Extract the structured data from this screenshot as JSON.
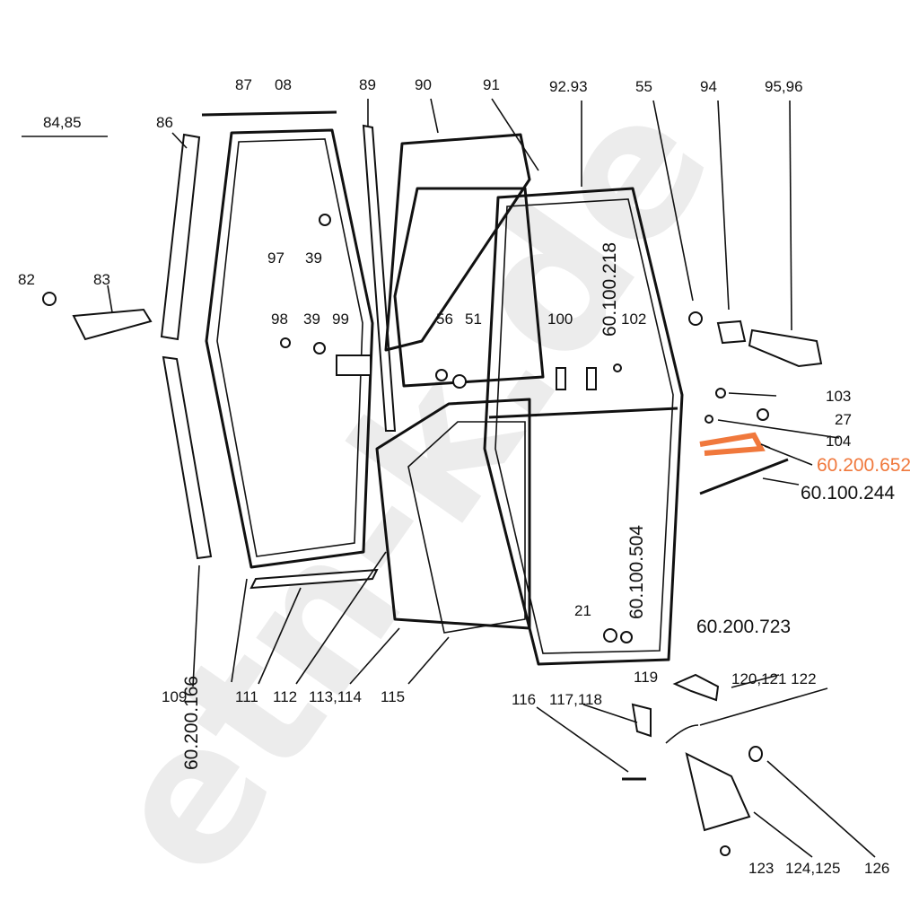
{
  "watermark": "etn-k.de",
  "labels": {
    "l84_85": "84,85",
    "l86": "86",
    "l87": "87",
    "l08": "08",
    "l89": "89",
    "l90": "90",
    "l91": "91",
    "l92_93": "92.93",
    "l55": "55",
    "l94": "94",
    "l95_96": "95,96",
    "l82": "82",
    "l83": "83",
    "l97": "97",
    "l39a": "39",
    "l98": "98",
    "l39b": "39",
    "l99": "99",
    "l56": "56",
    "l51": "51",
    "l100": "100",
    "l60_100_218": "60.100.218",
    "l102": "102",
    "l103": "103",
    "l27": "27",
    "l104": "104",
    "l60_200_652": "60.200.652",
    "l60_100_244": "60.100.244",
    "l21": "21",
    "l60_100_504": "60.100.504",
    "l60_200_723": "60.200.723",
    "l119": "119",
    "l120_122": "120,121 122",
    "l116": "116",
    "l117_118": "117,118",
    "l123": "123",
    "l124_125": "124,125",
    "l126": "126",
    "l109": "109",
    "l60_200_166": "60.200.166",
    "l111": "111",
    "l112": "112",
    "l113_114": "113,114",
    "l115": "115"
  },
  "highlight_color": "#f0783c"
}
